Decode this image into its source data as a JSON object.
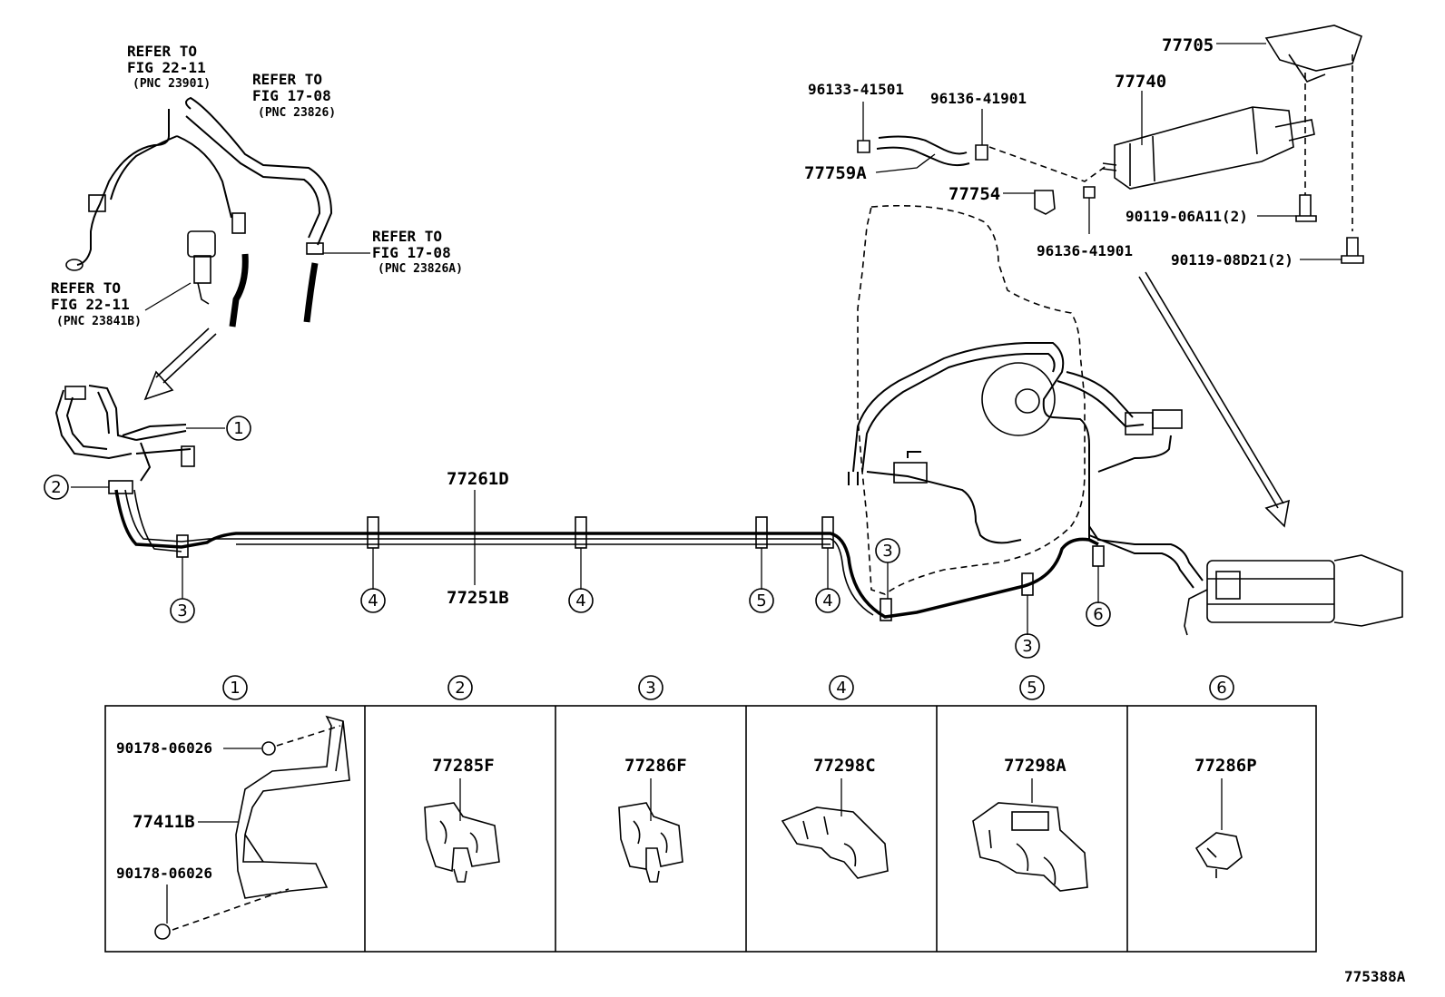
{
  "refs": {
    "ref1": {
      "l1": "REFER TO",
      "l2": "FIG 22-11",
      "l3": "(PNC 23901)"
    },
    "ref2": {
      "l1": "REFER TO",
      "l2": "FIG 17-08",
      "l3": "(PNC 23826)"
    },
    "ref3": {
      "l1": "REFER TO",
      "l2": "FIG 17-08",
      "l3": "(PNC 23826A)"
    },
    "ref4": {
      "l1": "REFER TO",
      "l2": "FIG 22-11",
      "l3": "(PNC 23841B)"
    }
  },
  "parts": {
    "p77705": "77705",
    "p77740": "77740",
    "p96133": "96133-41501",
    "p96136a": "96136-41901",
    "p77759a": "77759A",
    "p77754": "77754",
    "p96136b": "96136-41901",
    "p90119a": "90119-06A11(2)",
    "p90119b": "90119-08D21(2)",
    "p77261d": "77261D",
    "p77251b": "77251B"
  },
  "callouts": {
    "c1": "1",
    "c2": "2",
    "c3": "3",
    "c4": "4",
    "c5": "5",
    "c6": "6"
  },
  "panels": [
    {
      "num": "1",
      "parts": [
        "90178-06026",
        "77411B",
        "90178-06026"
      ]
    },
    {
      "num": "2",
      "part": "77285F"
    },
    {
      "num": "3",
      "part": "77286F"
    },
    {
      "num": "4",
      "part": "77298C"
    },
    {
      "num": "5",
      "part": "77298A"
    },
    {
      "num": "6",
      "part": "77286P"
    }
  ],
  "diagram_id": "775388A"
}
